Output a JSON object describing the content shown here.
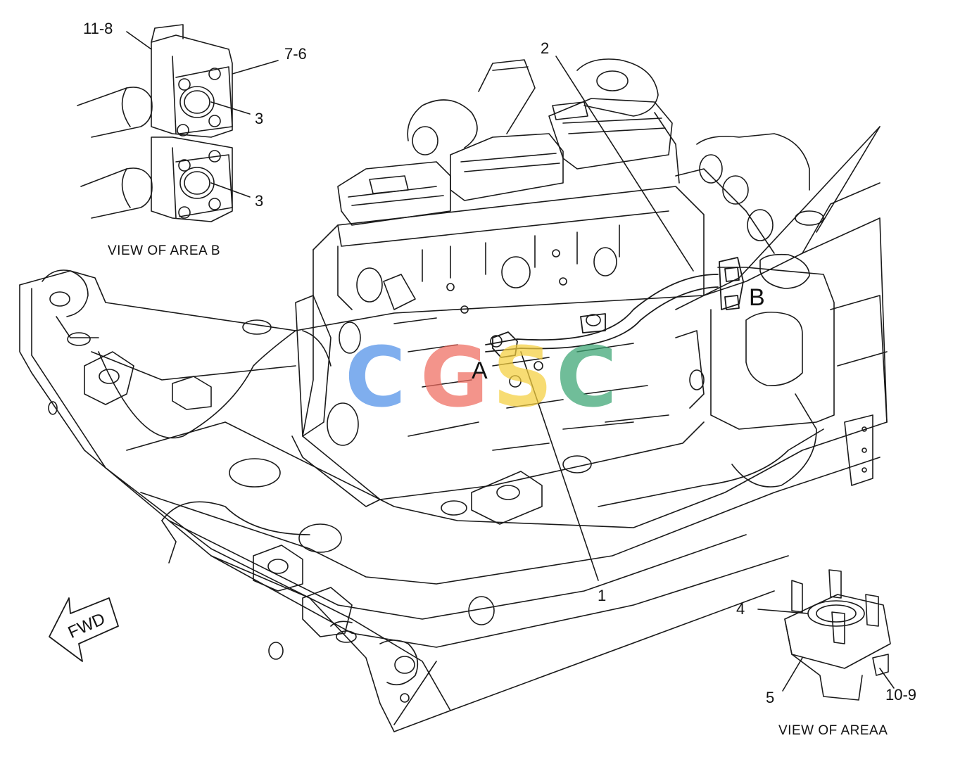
{
  "callouts": {
    "c11_8": "11-8",
    "c7_6": "7-6",
    "c3_top": "3",
    "c3_bottom": "3",
    "c2": "2",
    "c1": "1",
    "c4": "4",
    "c5": "5",
    "c10_9": "10-9"
  },
  "captions": {
    "area_b": "VIEW OF AREA B",
    "area_a": "VIEW OF AREAA"
  },
  "area_labels": {
    "a": "A",
    "b": "B"
  },
  "direction": {
    "label": "FWD",
    "icon": "forward-arrow-icon"
  },
  "watermark": {
    "letters": [
      "C",
      "G",
      "S",
      "C"
    ],
    "colors": [
      "#4f8fe8",
      "#ef6b5f",
      "#f5cf3e",
      "#3aa572"
    ]
  },
  "colors": {
    "line": "#1a1a1a",
    "background": "#ffffff"
  }
}
